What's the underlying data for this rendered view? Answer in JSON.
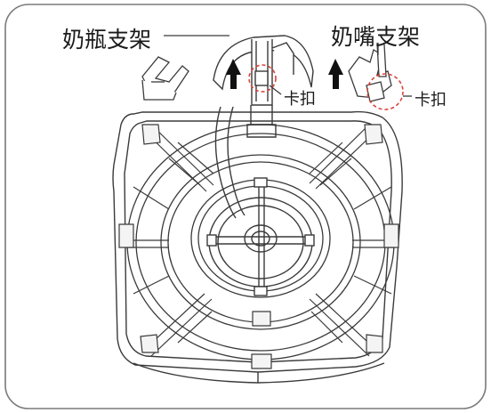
{
  "labels": {
    "bottle_holder": "奶瓶支架",
    "nipple_holder": "奶嘴支架",
    "clip_left": "卡扣",
    "clip_right": "卡扣"
  },
  "colors": {
    "frame": "#7a7a7a",
    "line": "#3a3a3a",
    "highlight_circle": "#d9443a",
    "arrow": "#111111"
  },
  "icons": {
    "arrow": "arrow-up-icon"
  }
}
